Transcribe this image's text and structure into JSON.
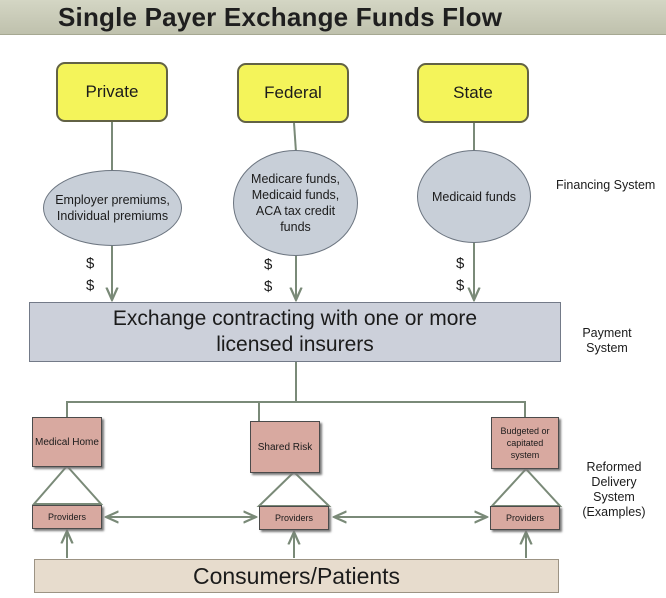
{
  "title": "Single Payer Exchange Funds Flow",
  "sources": [
    {
      "label": "Private"
    },
    {
      "label": "Federal"
    },
    {
      "label": "State"
    }
  ],
  "funds": [
    {
      "text": "Employer premiums, Individual premiums"
    },
    {
      "text": "Medicare funds, Medicaid funds, ACA tax credit funds"
    },
    {
      "text": "Medicaid funds"
    }
  ],
  "dollar_sign": "$",
  "exchange": {
    "text": "Exchange contracting with one or more licensed insurers"
  },
  "delivery": [
    {
      "text": "Medical Home",
      "providers": "Providers"
    },
    {
      "text": "Shared Risk",
      "providers": "Providers"
    },
    {
      "text": "Budgeted or capitated system",
      "providers": "Providers"
    }
  ],
  "consumers": {
    "text": "Consumers/Patients"
  },
  "side_labels": {
    "financing": "Financing System",
    "payment": "Payment System",
    "delivery": "Reformed Delivery System (Examples)"
  },
  "colors": {
    "source_fill": "#f4f45a",
    "oval_fill": "#c8cfd8",
    "exchange_fill": "#ccd0da",
    "delivery_fill": "#d8a9a0",
    "consumers_fill": "#e7dccd",
    "connector": "#7a8a78"
  }
}
